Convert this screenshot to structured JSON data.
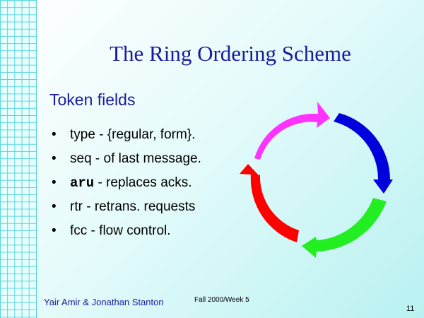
{
  "slide": {
    "title": "The Ring Ordering Scheme",
    "subtitle": "Token fields",
    "bullet_symbol": "•",
    "bullets": [
      {
        "term": "type",
        "desc": " - {regular, form}."
      },
      {
        "term": "seq",
        "desc": " - of last message."
      },
      {
        "term": "aru",
        "desc": " - replaces acks."
      },
      {
        "term": "rtr",
        "desc": " - retrans. requests"
      },
      {
        "term": "fcc",
        "desc": " - flow control."
      }
    ]
  },
  "diagram": {
    "arrow_colors": [
      "#ff33ff",
      "#0000dd",
      "#22ee22",
      "#ff0000"
    ]
  },
  "footer": {
    "authors": "Yair Amir & Jonathan Stanton",
    "course": "Fall 2000/Week 5",
    "page_number": "11"
  }
}
